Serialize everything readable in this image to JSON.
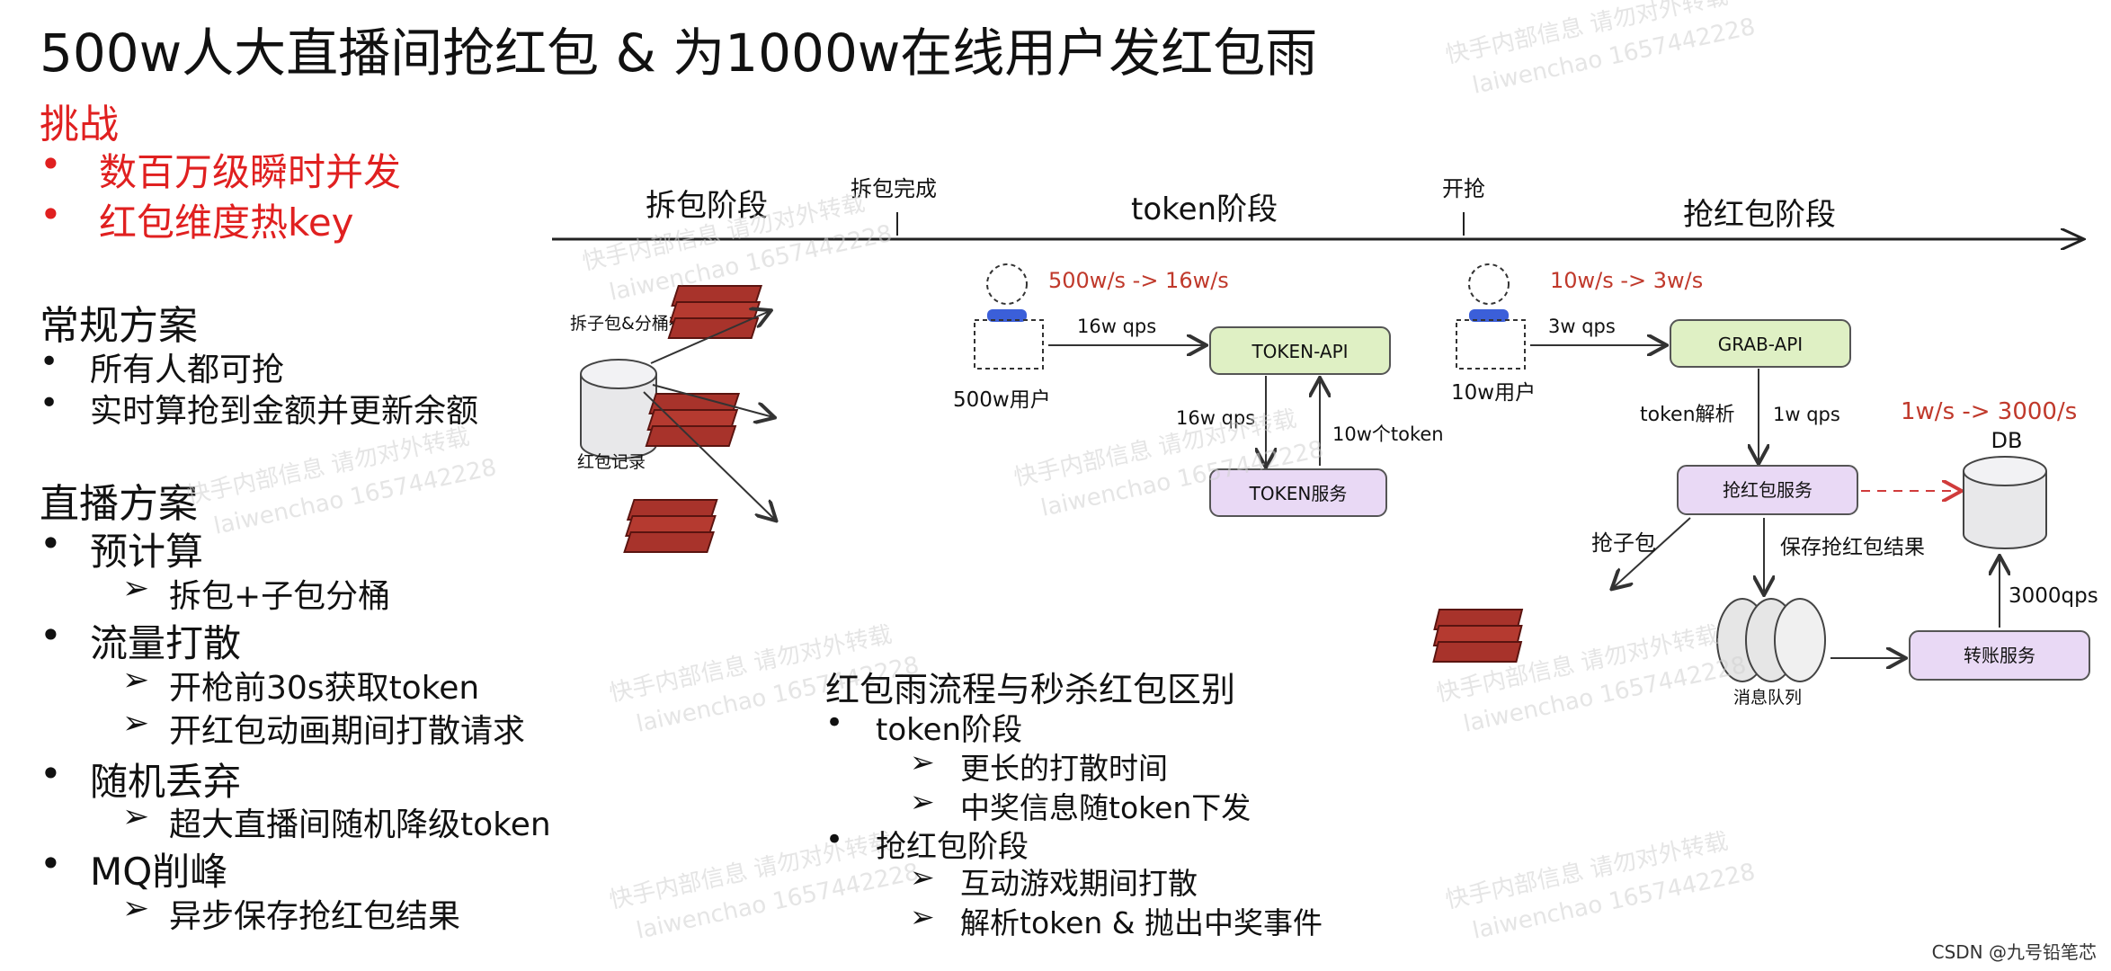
{
  "title": "500w人大直播间抢红包 & 为1000w在线用户发红包雨",
  "challenge": {
    "heading": "挑战",
    "items": [
      "数百万级瞬时并发",
      "红包维度热key"
    ]
  },
  "regular": {
    "heading": "常规方案",
    "items": [
      "所有人都可抢",
      "实时算抢到金额并更新余额"
    ]
  },
  "live": {
    "heading": "直播方案",
    "groups": [
      {
        "label": "预计算",
        "subs": [
          "拆包+子包分桶"
        ]
      },
      {
        "label": "流量打散",
        "subs": [
          "开枪前30s获取token",
          "开红包动画期间打散请求"
        ]
      },
      {
        "label": "随机丢弃",
        "subs": [
          "超大直播间随机降级token"
        ]
      },
      {
        "label": "MQ削峰",
        "subs": [
          "异步保存抢红包结果"
        ]
      }
    ]
  },
  "diagram": {
    "timeline": {
      "stage1": "拆包阶段",
      "mark1": "拆包完成",
      "stage2": "token阶段",
      "mark2": "开抢",
      "stage3": "抢红包阶段"
    },
    "split_store": "拆子包&分桶存储",
    "redpacket_record": "红包记录",
    "rate1": "500w/s -> 16w/s",
    "qps1": "16w qps",
    "token_api": "TOKEN-API",
    "users1": "500w用户",
    "qps2": "16w qps",
    "token_count": "10w个token",
    "token_service": "TOKEN服务",
    "rate2": "10w/s -> 3w/s",
    "qps3": "3w qps",
    "grab_api": "GRAB-API",
    "users2": "10w用户",
    "token_parse": "token解析",
    "qps4": "1w qps",
    "rate3": "1w/s -> 3000/s",
    "db": "DB",
    "grab_service": "抢红包服务",
    "grab_sub": "抢子包",
    "save_result": "保存抢红包结果",
    "qps5": "3000qps",
    "mq": "消息队列",
    "transfer_service": "转账服务"
  },
  "rain": {
    "heading": "红包雨流程与秒杀红包区别",
    "groups": [
      {
        "label": "token阶段",
        "subs": [
          "更长的打散时间",
          "中奖信息随token下发"
        ]
      },
      {
        "label": "抢红包阶段",
        "subs": [
          "互动游戏期间打散",
          "解析token & 抛出中奖事件"
        ]
      }
    ]
  },
  "watermark": {
    "line1": "快手内部信息 请勿对外转载",
    "line2": "laiwenchao 1657442228"
  },
  "footer": "CSDN @九号铅笔芯",
  "symbols": {
    "bullet": "•",
    "arrow": "➢"
  },
  "colors": {
    "accent_red": "#e02020",
    "api_green": "#dff0c4",
    "service_purple": "#e9d9f5",
    "packet_red": "#a8332b"
  }
}
